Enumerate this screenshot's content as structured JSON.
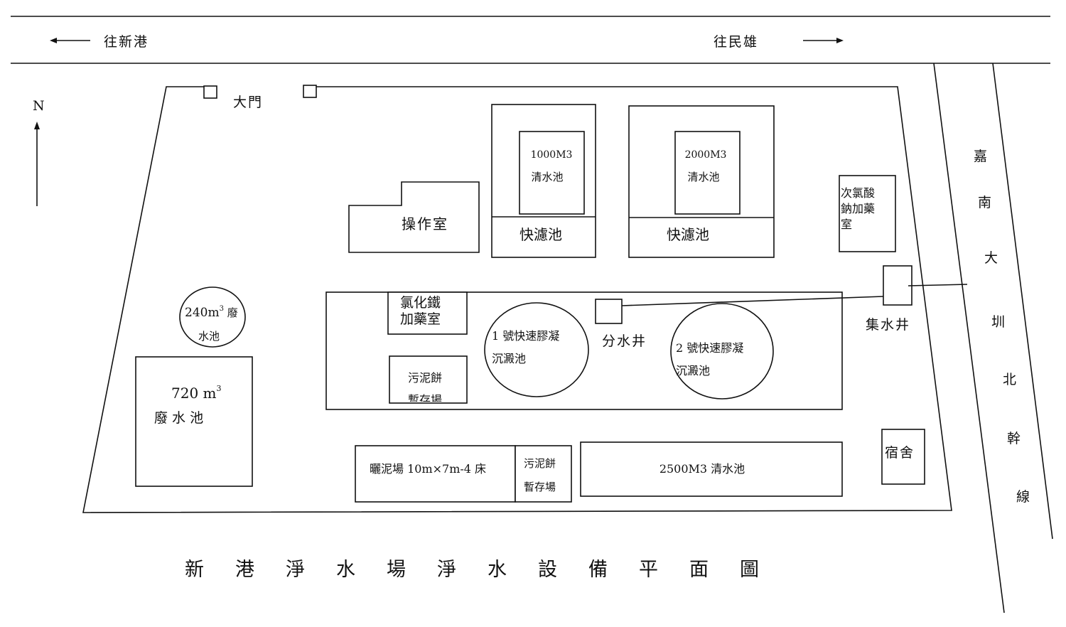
{
  "road": {
    "to_xingang": "往新港",
    "to_minxiong": "往民雄"
  },
  "north": "N",
  "gate": "大門",
  "canal": [
    "嘉",
    "南",
    "大",
    "圳",
    "北",
    "幹",
    "線"
  ],
  "buildings": {
    "control_room": "操作室",
    "clear_pool_1000_cap": "1000M3",
    "clear_pool_1000_name": "清水池",
    "rapid_filter_1": "快濾池",
    "clear_pool_2000_cap": "2000M3",
    "clear_pool_2000_name": "清水池",
    "rapid_filter_2": "快濾池",
    "naocl_room": [
      "次氯酸",
      "鈉加藥",
      "室"
    ],
    "intake_well": "集水井",
    "ferric_room": [
      "氯化鐵",
      "加藥室"
    ],
    "clarifier_1": [
      "1 號快速膠凝",
      "沉澱池"
    ],
    "division_well": "分水井",
    "clarifier_2": [
      "2 號快速膠凝",
      "沉澱池"
    ],
    "cake_storage_inner": [
      "污泥餅",
      "暫存場"
    ],
    "waste_pool_240": [
      "240m",
      "3",
      " 廢",
      "水池"
    ],
    "waste_pool_720": [
      "720 m",
      "3",
      "廢 水 池"
    ],
    "drying_bed": "曬泥場 10m×7m-4 床",
    "cake_storage": [
      "污泥餅",
      "暫存場"
    ],
    "clear_pool_2500": "2500M3 清水池",
    "dorm": "宿舍"
  },
  "title": "新港淨水場淨水設備平面圖"
}
